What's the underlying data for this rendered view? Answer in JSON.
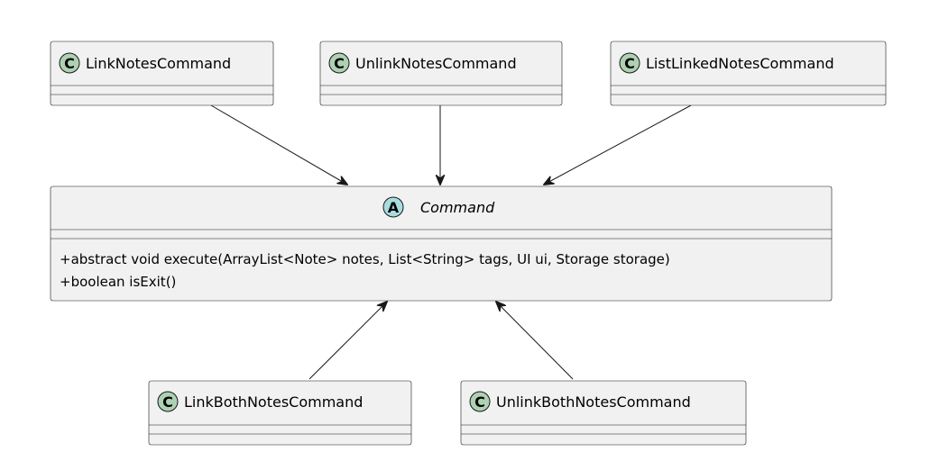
{
  "diagram": {
    "top_classes": [
      {
        "name": "LinkNotesCommand",
        "stereotype": "C"
      },
      {
        "name": "UnlinkNotesCommand",
        "stereotype": "C"
      },
      {
        "name": "ListLinkedNotesCommand",
        "stereotype": "C"
      }
    ],
    "abstract_class": {
      "name": "Command",
      "stereotype": "A",
      "methods": [
        "+abstract void execute(ArrayList<Note> notes, List<String> tags, UI ui, Storage storage)",
        "+boolean isExit()"
      ]
    },
    "bottom_classes": [
      {
        "name": "LinkBothNotesCommand",
        "stereotype": "C"
      },
      {
        "name": "UnlinkBothNotesCommand",
        "stereotype": "C"
      }
    ],
    "colors": {
      "class_fill": "#f1f1f1",
      "class_border": "#181818",
      "class_badge": "#add1b2",
      "abstract_badge": "#a9dcdf"
    }
  }
}
